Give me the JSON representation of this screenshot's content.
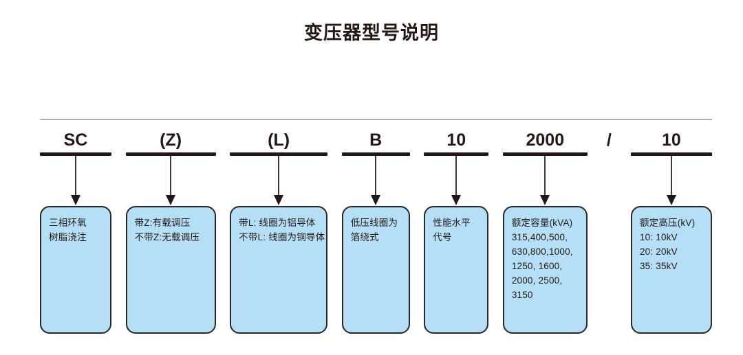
{
  "title": "变压器型号说明",
  "colors": {
    "box_fill": "#b5dff6",
    "box_border": "#2b2623",
    "text": "#231815",
    "rule": "#b0aeae",
    "arrow": "#3b3634"
  },
  "separator": "/",
  "columns": [
    {
      "code": "SC",
      "lines": [
        "三相环氧",
        "树脂浇注"
      ]
    },
    {
      "code": "(Z)",
      "lines": [
        "带Z:有载调压",
        "不带Z:无载调压"
      ]
    },
    {
      "code": "(L)",
      "lines": [
        "带L: 线圈为铝导体",
        "不带L: 线圈为铜导体"
      ]
    },
    {
      "code": "B",
      "lines": [
        "低压线圈为",
        "箔绕式"
      ]
    },
    {
      "code": "10",
      "lines": [
        "性能水平",
        "代号"
      ]
    },
    {
      "code": "2000",
      "lines": [
        "额定容量(kVA)",
        "315,400,500,",
        "630,800,1000,",
        "1250, 1600,",
        "2000, 2500,",
        "3150"
      ]
    },
    {
      "code": "10",
      "lines": [
        "额定高压(kV)",
        "10: 10kV",
        "20: 20kV",
        "35: 35kV"
      ]
    }
  ]
}
